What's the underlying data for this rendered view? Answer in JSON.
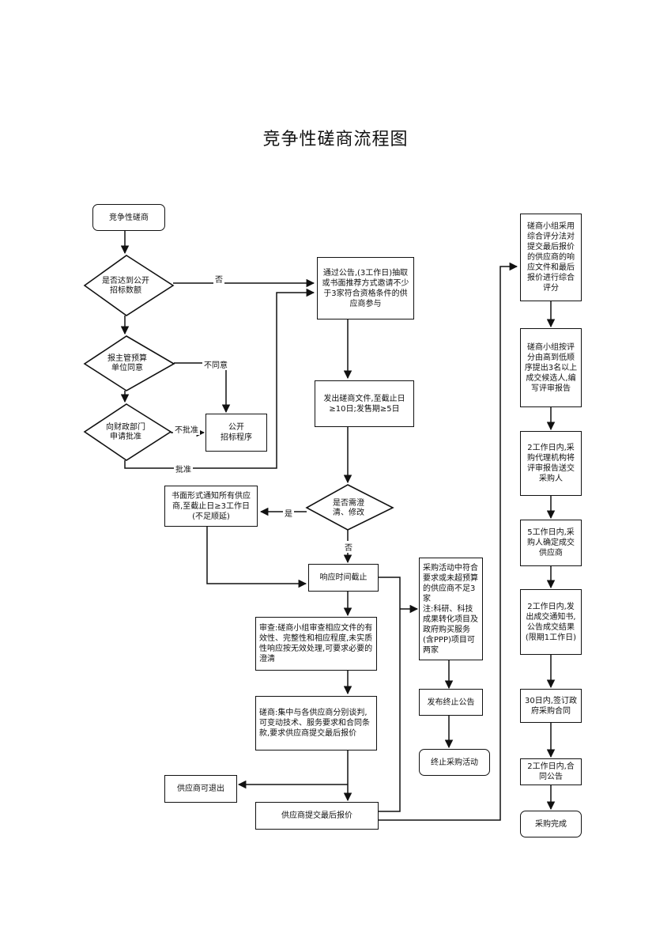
{
  "title": "竞争性磋商流程图",
  "nodes": {
    "start": "竞争性磋商",
    "d_amount": "是否达到公开招标数额",
    "d_report": "报主管预算单位同意",
    "d_finance": "向财政部门申请批准",
    "public_bid": "公开\n招标程序",
    "announce": "通过公告,(3工作日)抽取或书面推荐方式邀请不少于3家符合资格条件的供应商参与",
    "issue_docs": "发出磋商文件,至截止日≥10日;发售期≥5日",
    "d_clarify": "是否需澄清、修改",
    "notify_written": "书面形式通知所有供应商,至截止日≥3工作日(不足顺延)",
    "deadline": "响应时间截止",
    "review": "审查:磋商小组审查相应文件的有效性、完整性和相应程度,未实质性响应按无效处理,可要求必要的澄清",
    "negotiate": "磋商:集中与各供应商分别谈判,可变动技术、服务要求和合同条款,要求供应商提交最后报价",
    "withdraw": "供应商可退出",
    "final_quote": "供应商提交最后报价",
    "insufficient": "采购活动中符合要求或未超预算的供应商不足3家\n注:科研、科技成果转化项目及政府购买服务(含PPP)项目可两家",
    "terminate_notice": "发布终止公告",
    "terminate": "终止采购活动",
    "r1": "磋商小组采用综合评分法对提交最后报价的供应商的响应文件和最后报价进行综合评分",
    "r2": "磋商小组按评分由高到低顺序提出3名以上成交候选人,编写评审报告",
    "r3": "2工作日内,采购代理机构将评审报告送交采购人",
    "r4": "5工作日内,采购人确定成交供应商",
    "r5": "2工作日内,发出成交通知书,公告成交结果(限期1工作日)",
    "r6": "30日内,签订政府采购合同",
    "r7": "2工作日内,合同公告",
    "r8": "采购完成"
  },
  "labels": {
    "no": "否",
    "disagree": "不同意",
    "not_approved": "不批准",
    "approved": "批准",
    "yes": "是",
    "no2": "否"
  }
}
